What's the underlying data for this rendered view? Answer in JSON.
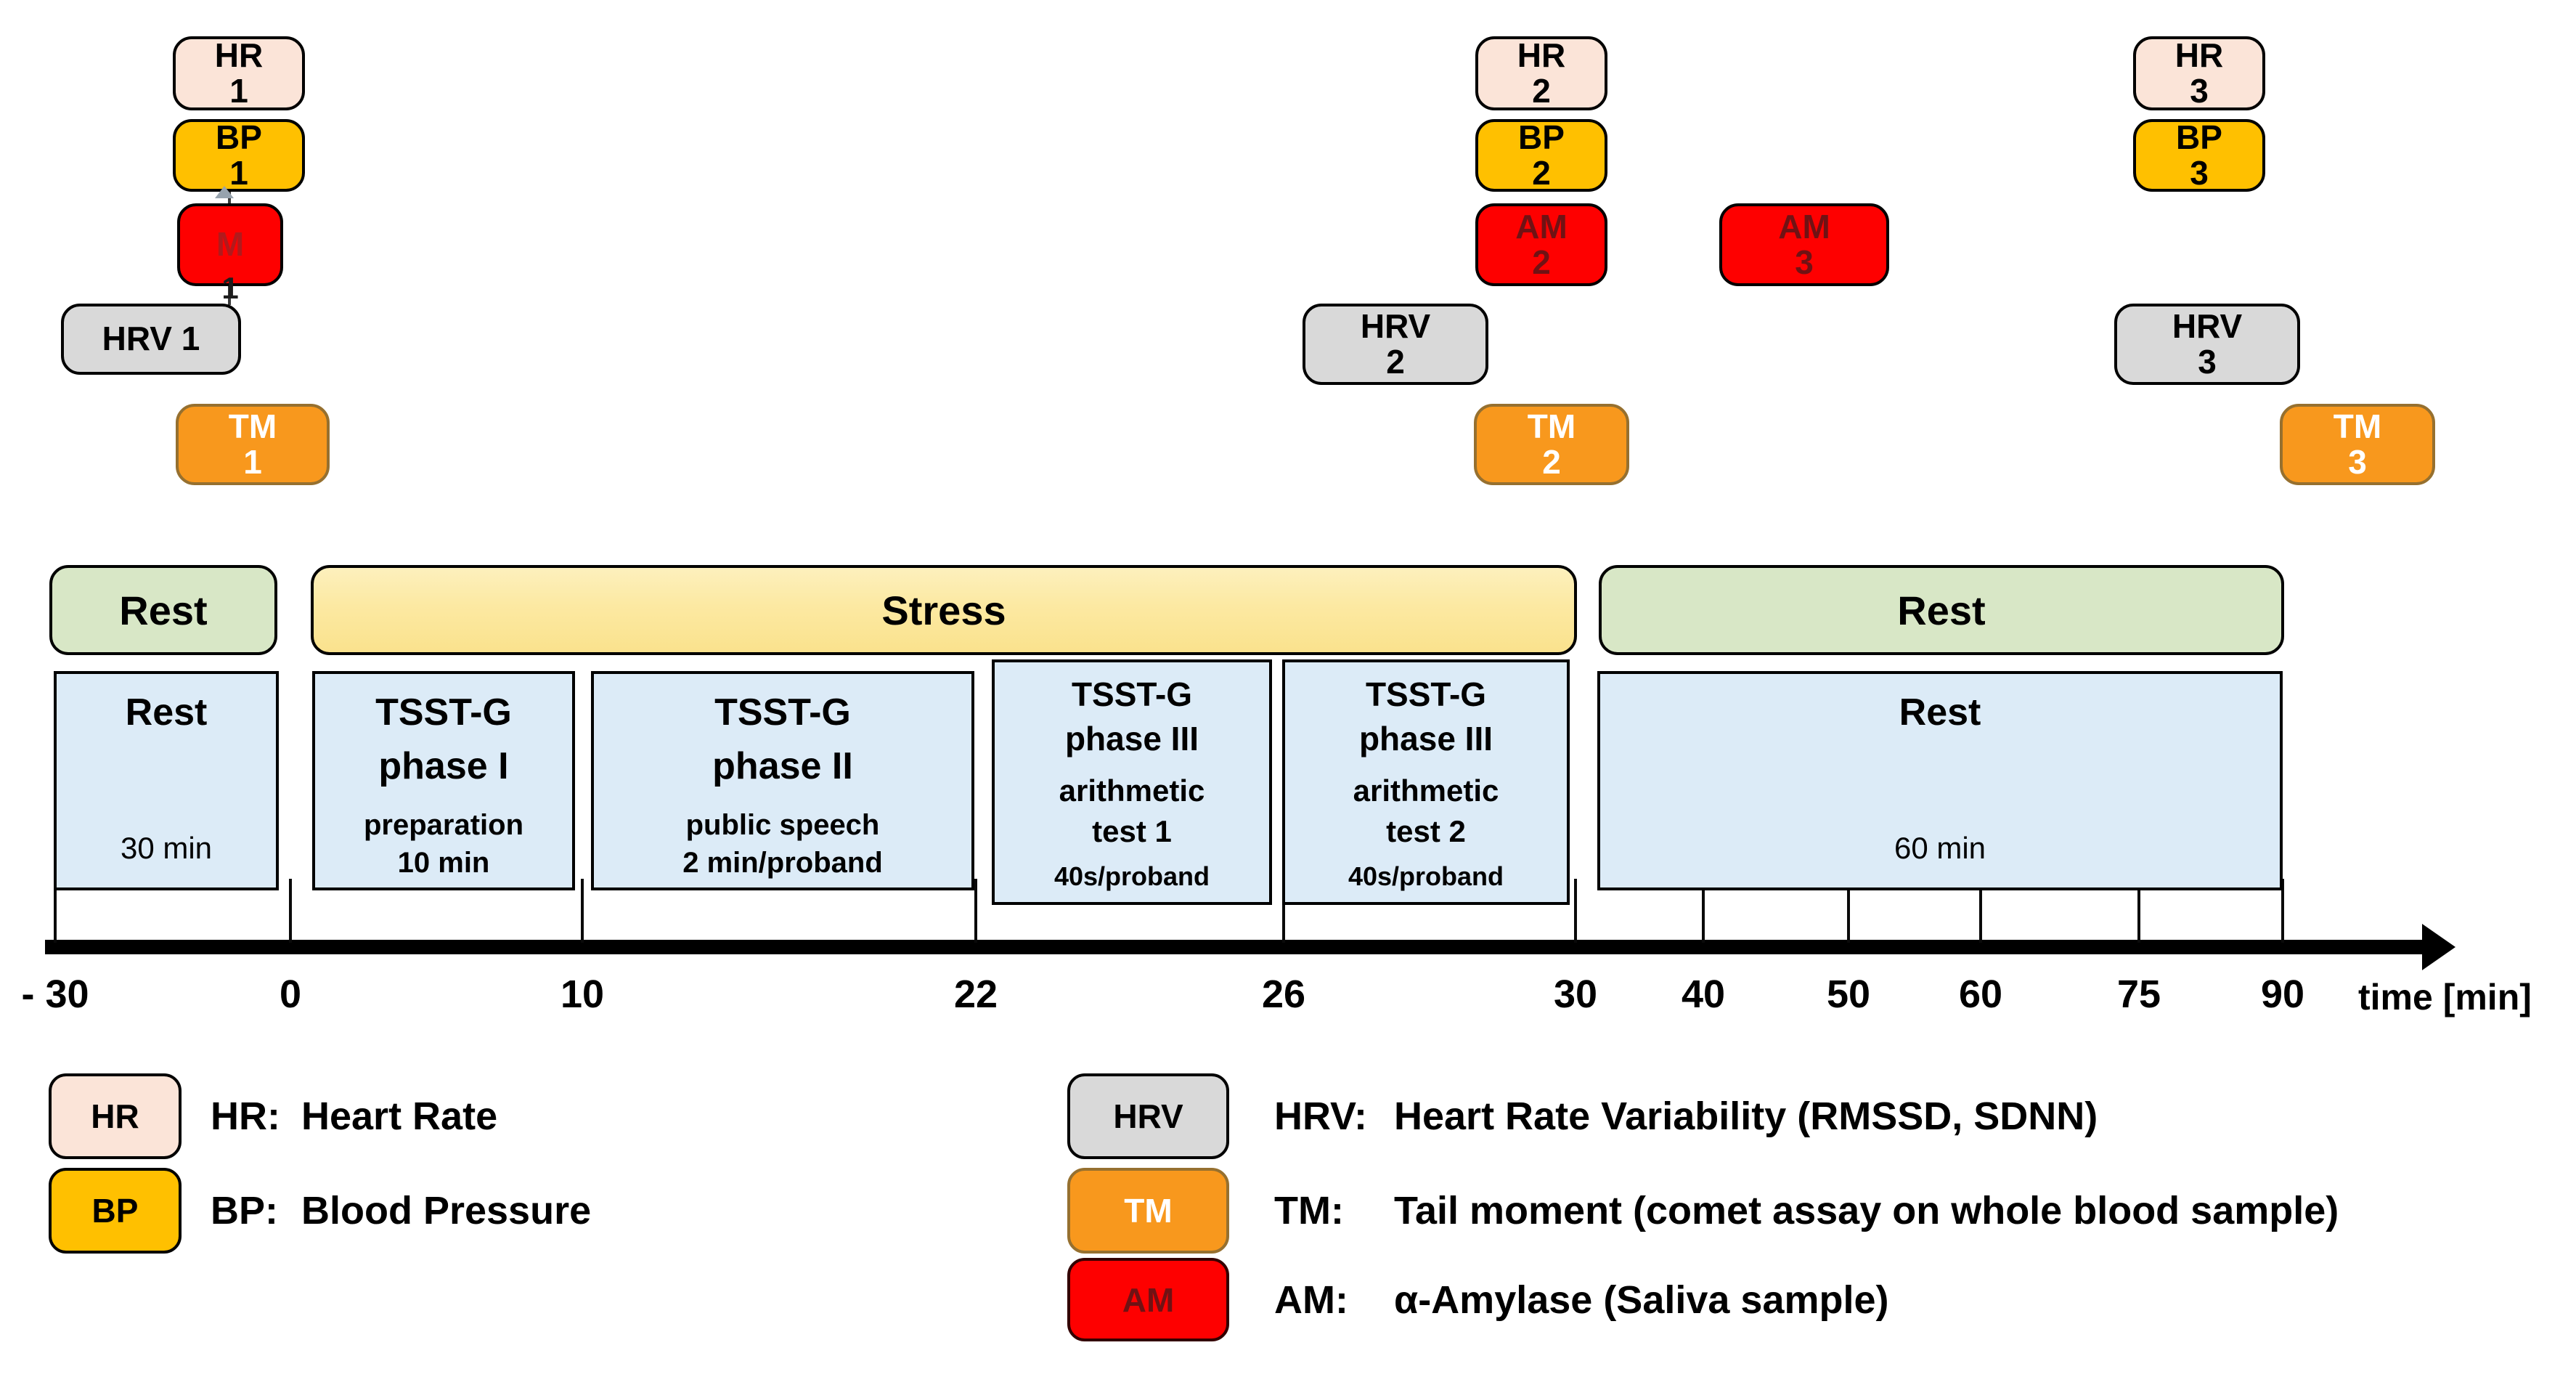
{
  "colors": {
    "hr_fill": "#fbe4d8",
    "bp_fill": "#ffc000",
    "am_fill": "#fe0000",
    "am_text": "#701214",
    "hrv_fill": "#d9d9d9",
    "tm_fill": "#f8981d",
    "rest_bar_fill": "#d8e7c6",
    "stress_bar_fill": "#fce9a2",
    "phase_box_fill": "#dcebf7",
    "border": "#000000"
  },
  "markers": {
    "items": [
      {
        "id": "hr-1",
        "label": "HR",
        "num": "1"
      },
      {
        "id": "bp-1",
        "label": "BP",
        "num": "1"
      },
      {
        "id": "am-1",
        "label": "M",
        "num": "1"
      },
      {
        "id": "hrv-1",
        "label": "HRV 1"
      },
      {
        "id": "tm-1",
        "label": "TM",
        "num": "1"
      },
      {
        "id": "hr-2",
        "label": "HR",
        "num": "2"
      },
      {
        "id": "bp-2",
        "label": "BP",
        "num": "2"
      },
      {
        "id": "am-2",
        "label": "AM",
        "num": "2"
      },
      {
        "id": "hrv-2",
        "label": "HRV",
        "num": "2"
      },
      {
        "id": "tm-2",
        "label": "TM",
        "num": "2"
      },
      {
        "id": "am-3",
        "label": "AM",
        "num": "3"
      },
      {
        "id": "hr-3",
        "label": "HR",
        "num": "3"
      },
      {
        "id": "bp-3",
        "label": "BP",
        "num": "3"
      },
      {
        "id": "hrv-3",
        "label": "HRV",
        "num": "3"
      },
      {
        "id": "tm-3",
        "label": "TM",
        "num": "3"
      }
    ]
  },
  "bars": {
    "rest1": "Rest",
    "stress": "Stress",
    "rest2": "Rest"
  },
  "phases": [
    {
      "title1": "Rest",
      "duration": "30 min"
    },
    {
      "title1": "TSST-G",
      "title2": "phase I",
      "sub1": "preparation",
      "sub2": "10 min"
    },
    {
      "title1": "TSST-G",
      "title2": "phase II",
      "sub1": "public speech",
      "sub2": "2 min/proband"
    },
    {
      "title1": "TSST-G",
      "title2": "phase III",
      "sub1": "arithmetic",
      "sub2": "test 1",
      "sub3": "40s/proband"
    },
    {
      "title1": "TSST-G",
      "title2": "phase III",
      "sub1": "arithmetic",
      "sub2": "test 2",
      "sub3": "40s/proband"
    },
    {
      "title1": "Rest",
      "duration": "60 min"
    }
  ],
  "axis": {
    "ticks": [
      {
        "label": "- 30"
      },
      {
        "label": "0"
      },
      {
        "label": "10"
      },
      {
        "label": "22"
      },
      {
        "label": "26"
      },
      {
        "label": "30"
      },
      {
        "label": "40"
      },
      {
        "label": "50"
      },
      {
        "label": "60"
      },
      {
        "label": "75"
      },
      {
        "label": "90"
      }
    ],
    "unit": "time [min]"
  },
  "legend": {
    "items": [
      {
        "abbr": "HR",
        "label": "HR:",
        "desc": "Heart Rate"
      },
      {
        "abbr": "BP",
        "label": "BP:",
        "desc": "Blood Pressure"
      },
      {
        "abbr": "HRV",
        "label": "HRV:",
        "desc": "Heart Rate Variability (RMSSD, SDNN)"
      },
      {
        "abbr": "TM",
        "label": "TM:",
        "desc": "Tail moment (comet assay on whole blood sample)"
      },
      {
        "abbr": "AM",
        "label": "AM:",
        "desc": "α-Amylase (Saliva sample)"
      }
    ]
  }
}
